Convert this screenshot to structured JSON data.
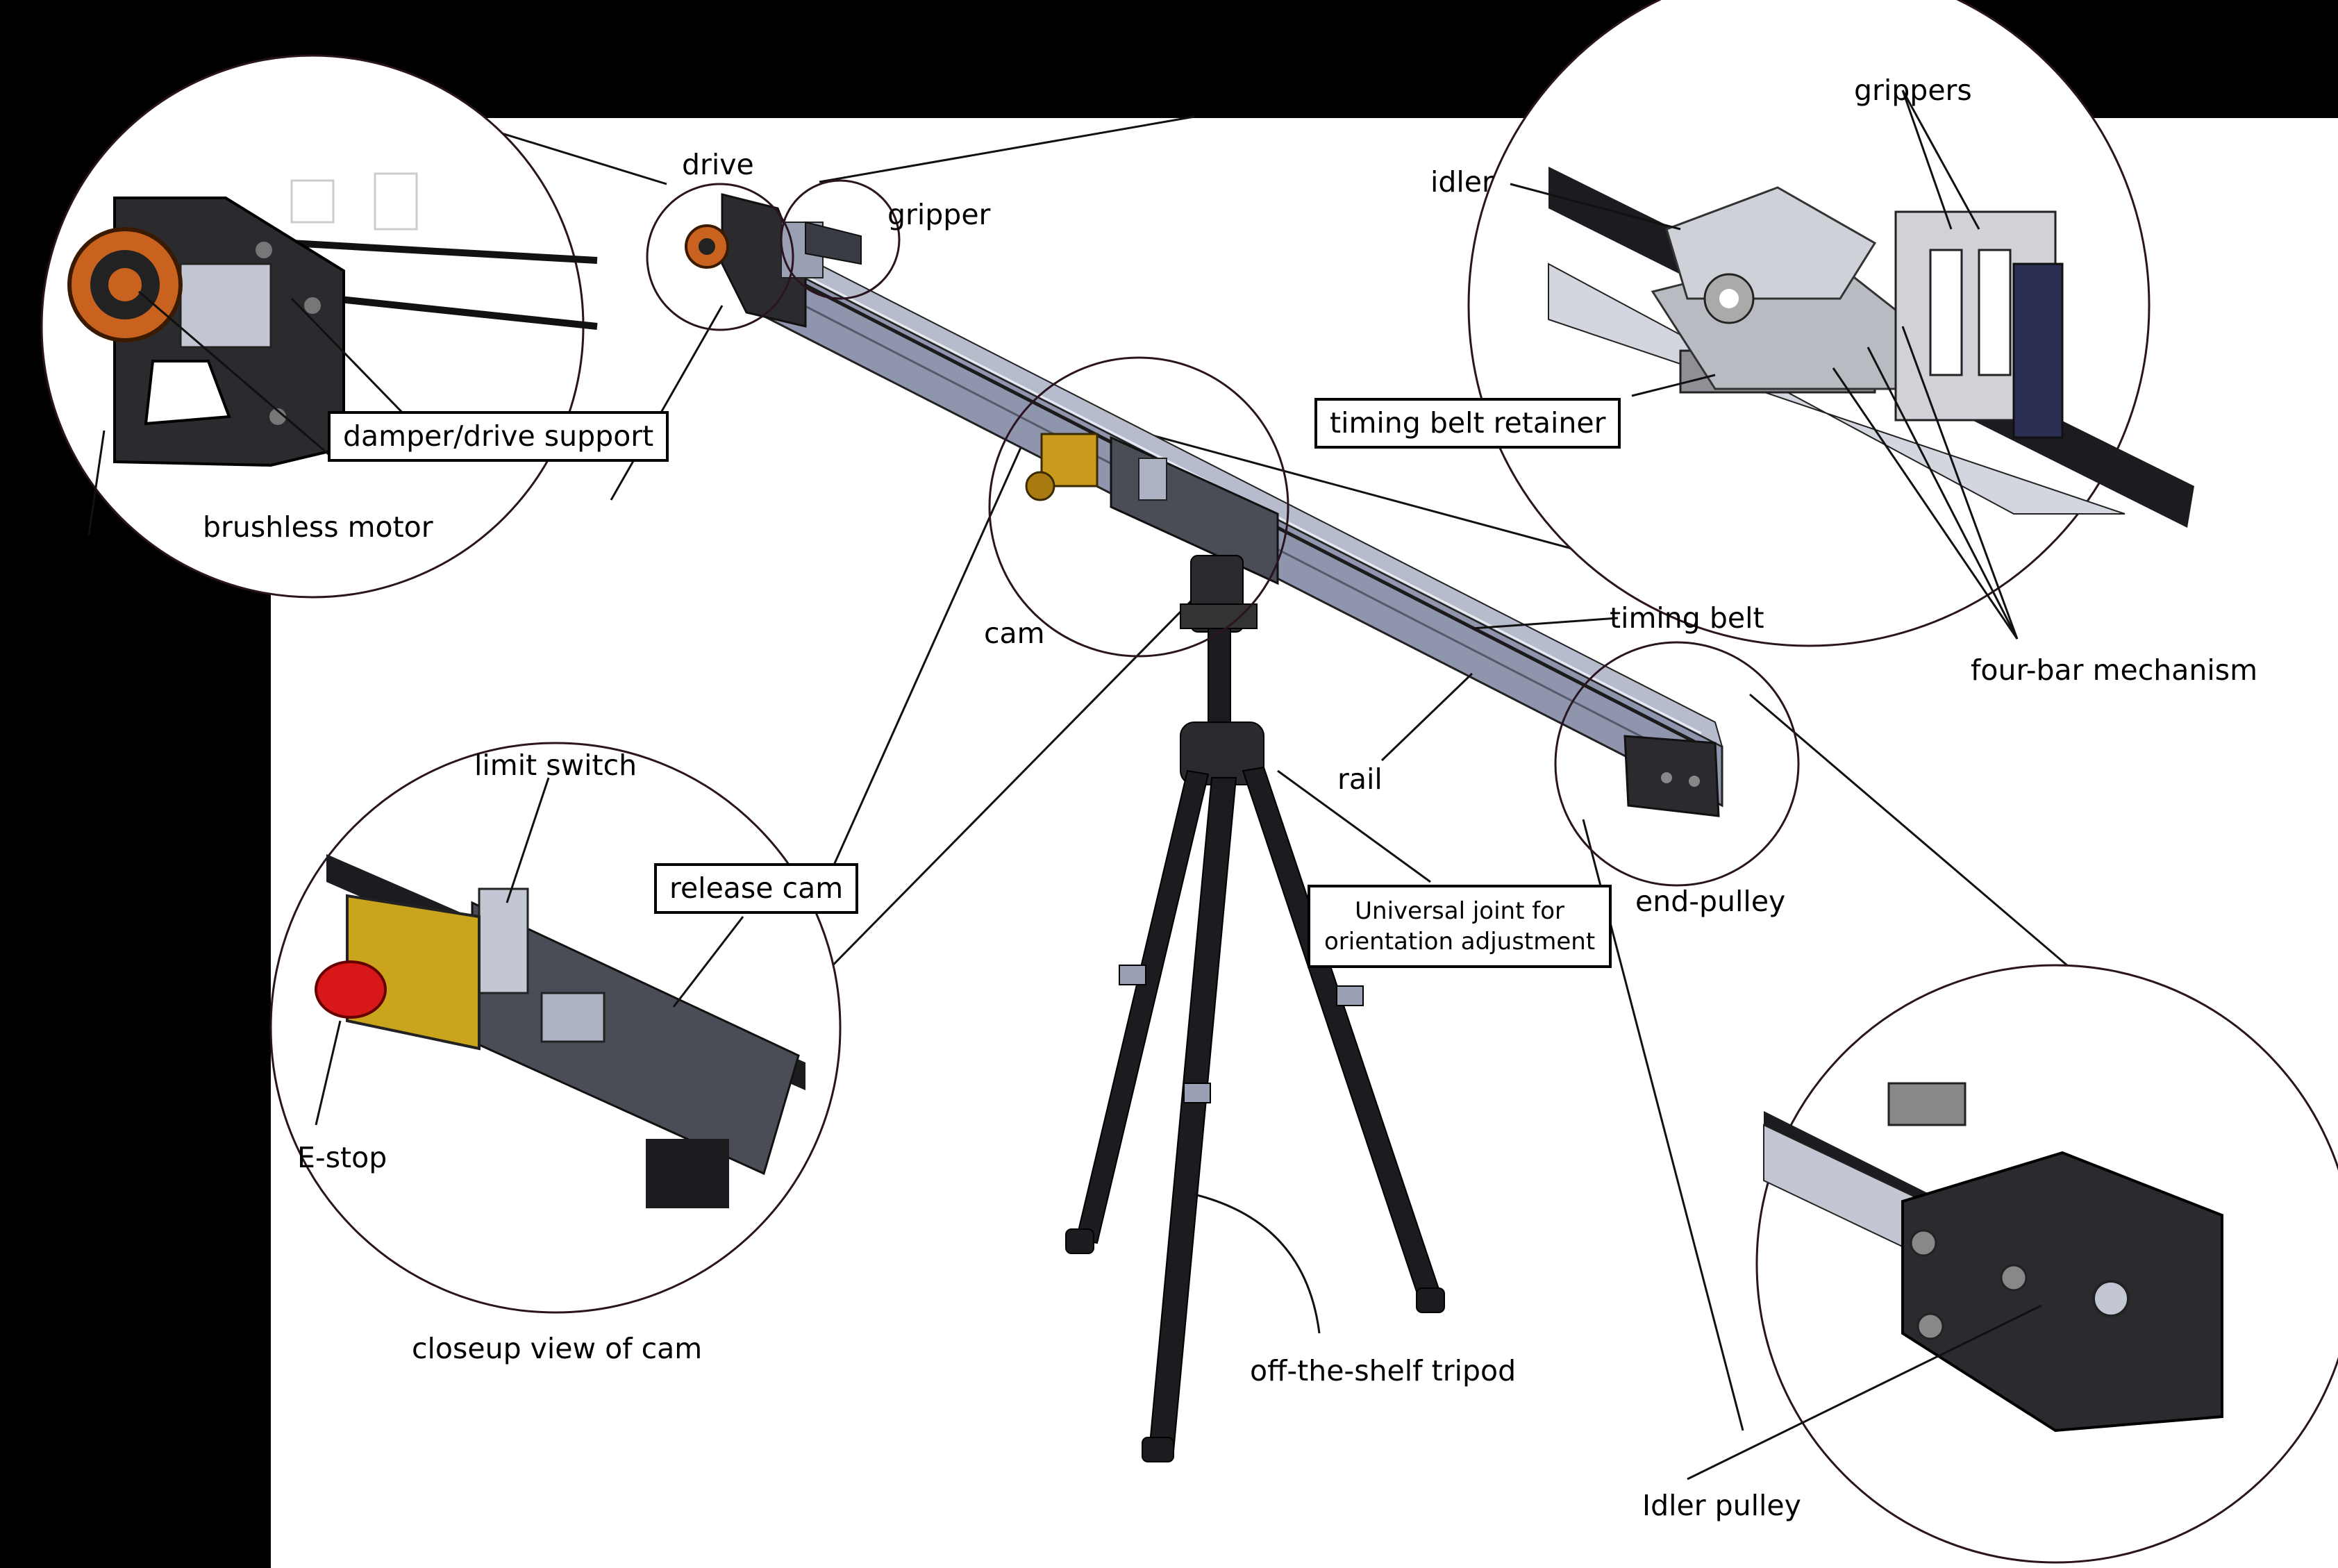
{
  "labels": {
    "drive": "drive",
    "gripper": "gripper",
    "grippers": "grippers",
    "idler": "idler",
    "timing_belt_retainer": "timing belt retainer",
    "damper_drive_support": "damper/drive support",
    "brushless_motor": "brushless motor",
    "cam": "cam",
    "timing_belt": "timing belt",
    "four_bar_mechanism": "four-bar mechanism",
    "rail": "rail",
    "limit_switch": "limit switch",
    "release_cam": "release cam",
    "end_pulley": "end-pulley",
    "universal_joint_line1": "Universal joint for",
    "universal_joint_line2": "orientation adjustment",
    "e_stop": "E-stop",
    "closeup_view_of_cam": "closeup view of cam",
    "off_the_shelf_tripod": "off-the-shelf tripod",
    "idler_pulley": "Idler pulley"
  },
  "colors": {
    "background": "#000000",
    "canvas": "#ffffff",
    "metal": "#8f95ad",
    "dark_part": "#2b2b2f",
    "motor_orange": "#c8621e",
    "cam_yellow": "#c9a41c",
    "estop_red": "#d81818",
    "circle_outline": "#2a1420"
  }
}
